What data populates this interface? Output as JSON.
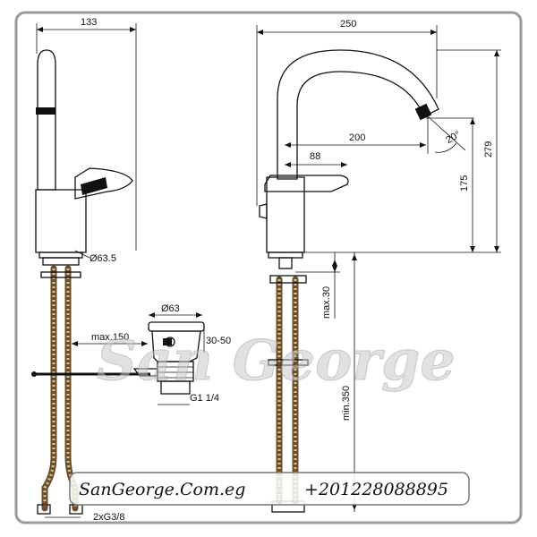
{
  "dimensions": {
    "side_width": "133",
    "side_diameter": "Ø63.5",
    "front_width": "250",
    "front_reach": "200",
    "front_handle": "88",
    "front_height_spout": "175",
    "front_height_total": "279",
    "angle": "20°",
    "max30": "max.30",
    "min350": "min.350",
    "waste_diameter": "Ø63",
    "waste_range": "30-50",
    "waste_thread": "G1 1/4",
    "rod_max": "max.150",
    "hose_thread": "2xG3/8"
  },
  "watermark": "San George",
  "footer": {
    "website": "SanGeorge.Com.eg",
    "phone": "+201228088895"
  }
}
